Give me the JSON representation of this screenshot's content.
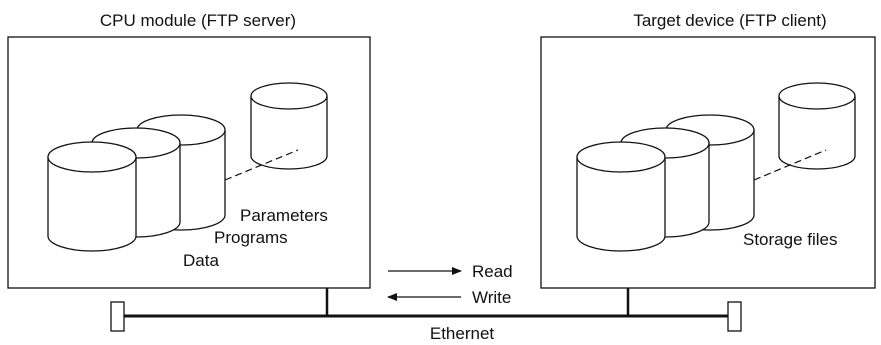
{
  "cpu_module": {
    "title": "CPU module (FTP server)",
    "labels": {
      "parameters": "Parameters",
      "programs": "Programs",
      "data": "Data"
    }
  },
  "target_device": {
    "title": "Target device (FTP client)",
    "labels": {
      "storage_files": "Storage files"
    }
  },
  "legend": {
    "read": "Read",
    "write": "Write"
  },
  "network": {
    "label": "Ethernet"
  }
}
